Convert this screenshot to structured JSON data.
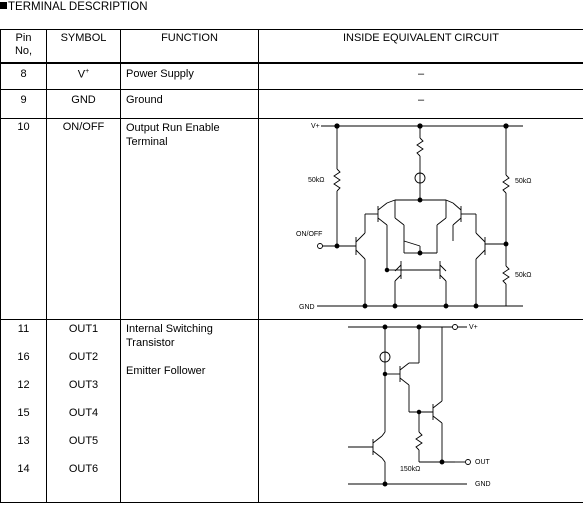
{
  "title": "TERMINAL DESCRIPTION",
  "headers": {
    "pin": "Pin No,",
    "symbol": "SYMBOL",
    "function": "FUNCTION",
    "circuit": "INSIDE EQUIVALENT CIRCUIT"
  },
  "rows": [
    {
      "pin": "8",
      "symbol_base": "V",
      "symbol_sup": "+",
      "function": "Power Supply",
      "circuit": "–"
    },
    {
      "pin": "9",
      "symbol": "GND",
      "function": "Ground",
      "circuit": "–"
    },
    {
      "pin": "10",
      "symbol": "ON/OFF",
      "function_lines": [
        "Output Run Enable",
        "Terminal"
      ]
    },
    {
      "pins": [
        "11",
        "16",
        "12",
        "15",
        "13",
        "14"
      ],
      "symbols": [
        "OUT1",
        "OUT2",
        "OUT3",
        "OUT4",
        "OUT5",
        "OUT6"
      ],
      "function_lines": [
        "Internal Switching",
        "Transistor"
      ],
      "function_extra": "Emitter Follower"
    }
  ],
  "circuit1": {
    "vplus": "V+",
    "r_left": "50kΩ",
    "r_right_top": "50kΩ",
    "r_right_bottom": "50kΩ",
    "onoff": "ON/OFF",
    "gnd": "GND"
  },
  "circuit2": {
    "vplus": "V+",
    "r": "150kΩ",
    "out": "OUT",
    "gnd": "GND"
  }
}
